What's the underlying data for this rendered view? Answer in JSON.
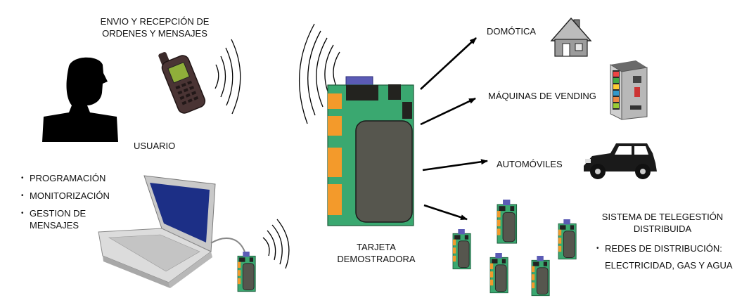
{
  "labels": {
    "envio": [
      "ENVIO Y RECEPCIÓN DE",
      "ORDENES Y MENSAJES"
    ],
    "usuario": "USUARIO",
    "tarjeta": [
      "TARJETA",
      "DEMOSTRADORA"
    ],
    "domotica": "DOMÓTICA",
    "vending": "MÁQUINAS DE VENDING",
    "automoviles": "AUTOMÓVILES",
    "sistema": [
      "SISTEMA DE TELEGESTIÓN",
      "DISTRIBUIDA"
    ],
    "redes_bullet": "REDES DE DISTRIBUCIÓN:",
    "redes_detail": "ELECTRICIDAD, GAS Y AGUA"
  },
  "laptop_bullets": [
    "PROGRAMACIÓN",
    "MONITORIZACIÓN",
    "GESTION DE",
    "MENSAJES"
  ],
  "colors": {
    "board_green": "#3aa870",
    "pad_orange": "#f39a2b",
    "chip_dark": "#3a3a33",
    "module_gray": "#56564e",
    "arrow": "#000000"
  }
}
